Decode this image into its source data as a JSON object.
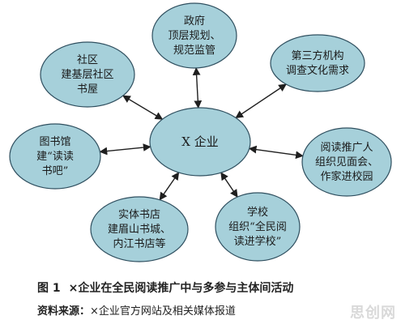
{
  "diagram": {
    "center": {
      "label": "X 企业"
    },
    "nodes": [
      {
        "id": "gov",
        "lines": [
          "政府",
          "顶层规划、",
          "规范监管"
        ]
      },
      {
        "id": "third-party",
        "lines": [
          "第三方机构",
          "调查文化需求"
        ]
      },
      {
        "id": "reading-promoter",
        "lines": [
          "阅读推广人",
          "组织见面会、",
          "作家进校园"
        ]
      },
      {
        "id": "school",
        "lines": [
          "学校",
          "组织“全民阅",
          "读进学校”"
        ]
      },
      {
        "id": "bookstore",
        "lines": [
          "实体书店",
          "建眉山书城、",
          "内江书店等"
        ]
      },
      {
        "id": "library",
        "lines": [
          "图书馆",
          "建“读读",
          "书吧”"
        ]
      },
      {
        "id": "community",
        "lines": [
          "社区",
          "建基层社区",
          "书屋"
        ]
      }
    ],
    "colors": {
      "fill": "#a6d0da",
      "stroke": "#2f4f5f",
      "arrow": "#1f1f1f"
    }
  },
  "caption": {
    "figure_number": "图 1",
    "title": "×企业在全民阅读推广中与多参与主体间活动"
  },
  "source": {
    "label": "资料来源：",
    "text": "×企业官方网站及相关媒体报道"
  },
  "watermark": "思创网"
}
